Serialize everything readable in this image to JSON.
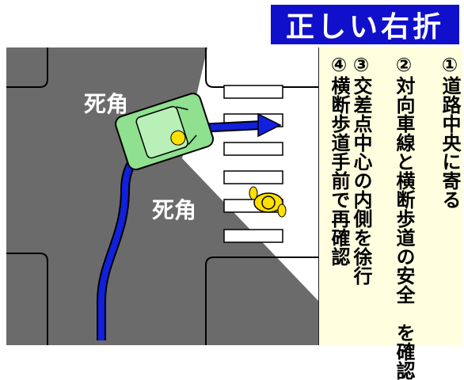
{
  "title": "正しい右折",
  "blind_spot_label": "死角",
  "steps": [
    "①道路中央に寄る",
    "②対向車線と横断歩道の安全　を確認",
    "③交差点中心の内側を徐行",
    "④横断歩道手前で再確認"
  ],
  "colors": {
    "title_bg": "#1010cc",
    "road": "#6b6b6b",
    "car": "#8fe08f",
    "arrow": "#1020dd",
    "pedestrian": "#ffe000",
    "steps_bg": "#ffffe0"
  }
}
